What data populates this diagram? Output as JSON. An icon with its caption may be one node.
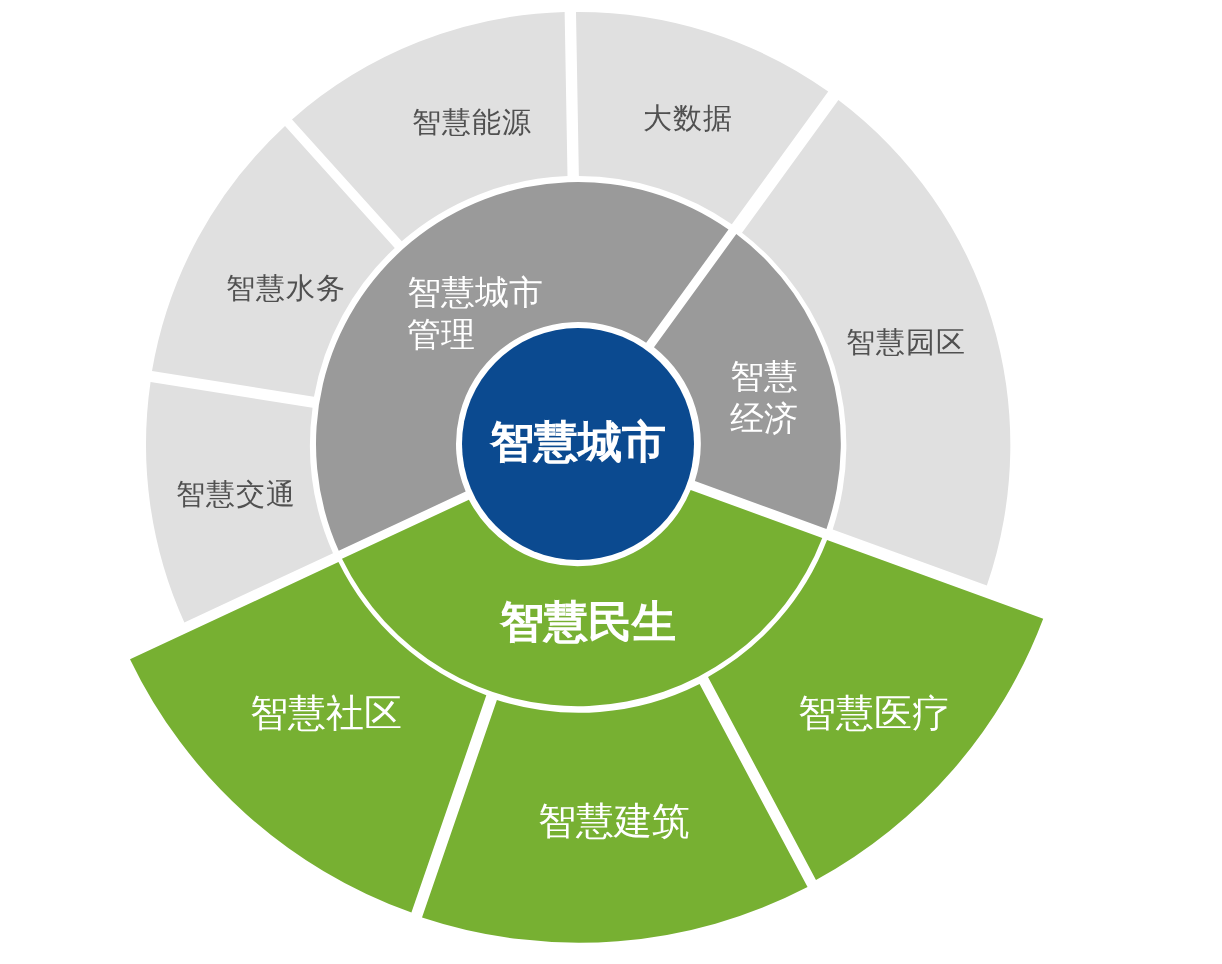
{
  "diagram": {
    "nodes": [
      {
        "text": [
          "智慧城市"
        ]
      },
      {
        "text": [
          "智慧城市管理"
        ]
      },
      {
        "text": [
          "智慧经济"
        ]
      },
      {
        "text": [
          "智慧民生"
        ]
      },
      {
        "text": [
          "智慧交通"
        ]
      },
      {
        "text": [
          "智慧水务"
        ]
      },
      {
        "text": [
          "智慧能源"
        ]
      },
      {
        "text": [
          "大数据"
        ]
      },
      {
        "text": [
          "智慧园区"
        ]
      },
      {
        "text": [
          "智慧社区"
        ]
      },
      {
        "text": [
          "智慧建筑"
        ]
      },
      {
        "text": [
          "智慧医疗"
        ]
      }
    ]
  }
}
